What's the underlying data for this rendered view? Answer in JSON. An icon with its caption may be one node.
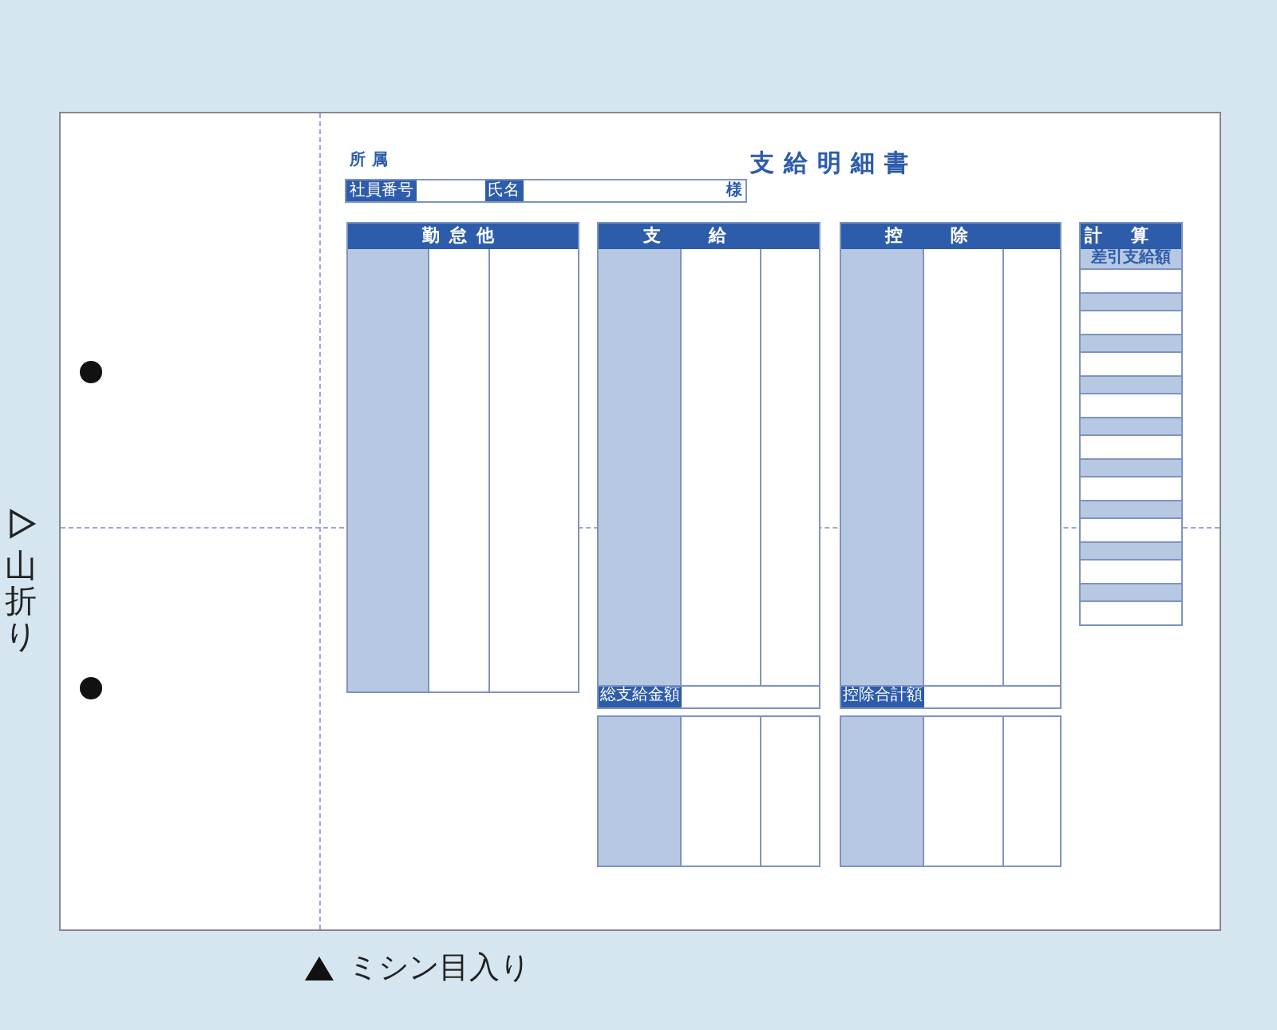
{
  "diagram": {
    "title": "支給明細書",
    "nodes": [
      {
        "text": [],
        "shape": "box"
      },
      {
        "text": [
          "勤怠他"
        ],
        "in": 0
      },
      {
        "text": [
          "支給",
          "総支給金額"
        ],
        "in": 0
      },
      {
        "text": [
          "控除",
          "控除合計額"
        ],
        "in": 0
      },
      {
        "text": [
          "計算",
          "差引支給額"
        ],
        "in": 0
      },
      {
        "text": [],
        "shape": "box",
        "in": 0
      },
      {
        "text": [],
        "shape": "box",
        "in": 0
      }
    ],
    "labels": [
      "所属",
      "社員番号",
      "氏名",
      "様",
      "山折り",
      "ミシン目入り"
    ]
  }
}
